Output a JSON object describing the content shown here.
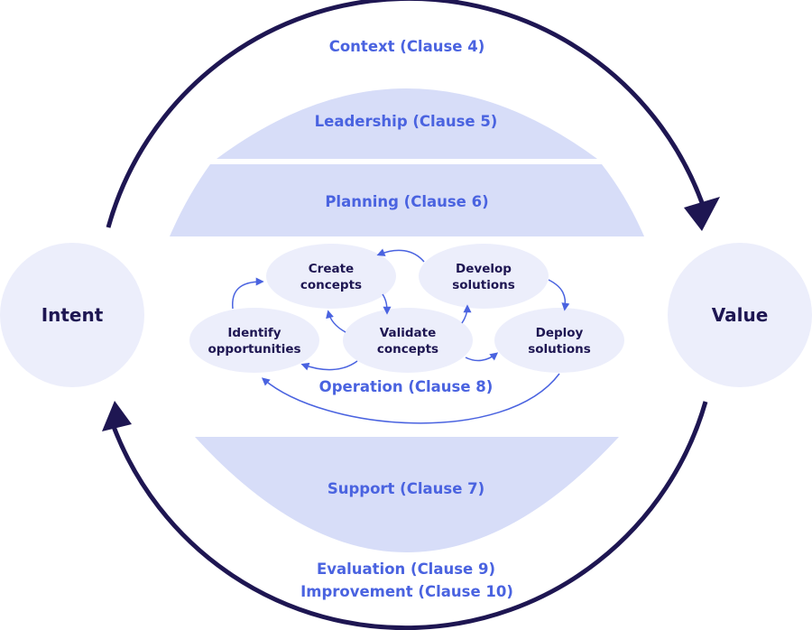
{
  "colors": {
    "dark": "#1e1652",
    "accent": "#4a63e0",
    "band_fill": "#d7ddf8",
    "node_fill": "#eceefb"
  },
  "outer": {
    "left_label": "Intent",
    "right_label": "Value"
  },
  "clauses": {
    "context": "Context (Clause 4)",
    "leadership": "Leadership (Clause 5)",
    "planning": "Planning (Clause 6)",
    "operation": "Operation (Clause 8)",
    "support": "Support (Clause 7)",
    "evaluation": "Evaluation (Clause 9)",
    "improvement": "Improvement (Clause 10)"
  },
  "operation_nodes": {
    "create": {
      "line1": "Create",
      "line2": "concepts"
    },
    "develop": {
      "line1": "Develop",
      "line2": "solutions"
    },
    "identify": {
      "line1": "Identify",
      "line2": "opportunities"
    },
    "validate": {
      "line1": "Validate",
      "line2": "concepts"
    },
    "deploy": {
      "line1": "Deploy",
      "line2": "solutions"
    }
  }
}
